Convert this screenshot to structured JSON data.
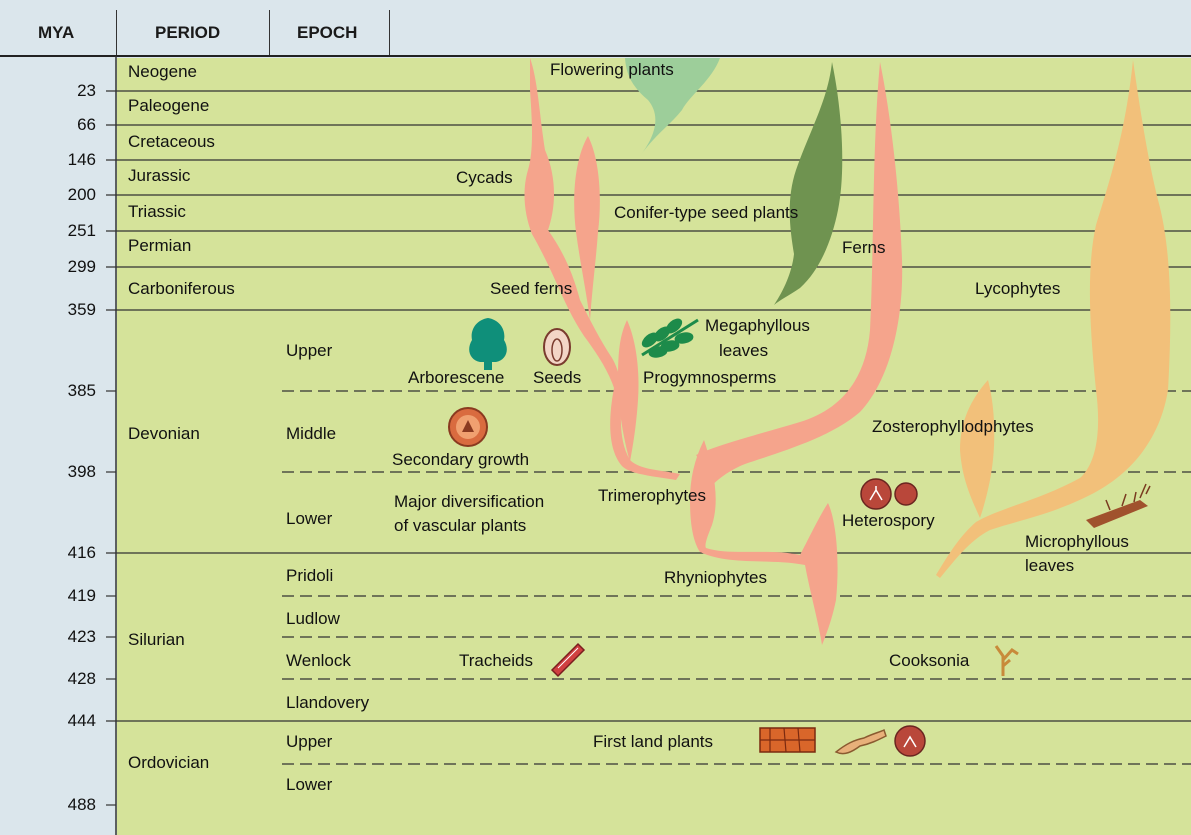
{
  "headers": {
    "mya": "MYA",
    "period": "PERIOD",
    "epoch": "EPOCH"
  },
  "mya_ticks": [
    "23",
    "66",
    "146",
    "200",
    "251",
    "299",
    "359",
    "385",
    "398",
    "416",
    "419",
    "423",
    "428",
    "444",
    "488"
  ],
  "periods": [
    "Neogene",
    "Paleogene",
    "Cretaceous",
    "Jurassic",
    "Triassic",
    "Permian",
    "Carboniferous",
    "Devonian",
    "Silurian",
    "Ordovician"
  ],
  "epochs": {
    "devonian": [
      "Upper",
      "Middle",
      "Lower"
    ],
    "silurian": [
      "Pridoli",
      "Ludlow",
      "Wenlock",
      "Llandovery"
    ],
    "ordovician": [
      "Upper",
      "Lower"
    ]
  },
  "lineages": {
    "flowering": "Flowering plants",
    "cycads": "Cycads",
    "conifer": "Conifer-type seed plants",
    "ferns": "Ferns",
    "seed_ferns": "Seed ferns",
    "lycophytes": "Lycophytes",
    "progymnosperms": "Progymnosperms",
    "zostero": "Zosterophyllodphytes",
    "trimero": "Trimerophytes",
    "rhynio": "Rhyniophytes"
  },
  "events": {
    "megaphyll_1": "Megaphyllous",
    "megaphyll_2": "leaves",
    "arborescene": "Arborescene",
    "seeds": "Seeds",
    "secondary": "Secondary growth",
    "major_1": "Major diversification",
    "major_2": "of vascular plants",
    "heterospory": "Heterospory",
    "micro_1": "Microphyllous",
    "micro_2": "leaves",
    "tracheids": "Tracheids",
    "cooksonia": "Cooksonia",
    "first_land": "First land plants"
  },
  "colors": {
    "header_bg": "#dbe6ec",
    "panel": "#d5e39a",
    "salmon": "#f5a48c",
    "conifer": "#6f9350",
    "flowering": "#9dce9a",
    "lycophyte": "#f2c07a",
    "icon_red": "#b9473a",
    "tree": "#0f8f7a"
  }
}
